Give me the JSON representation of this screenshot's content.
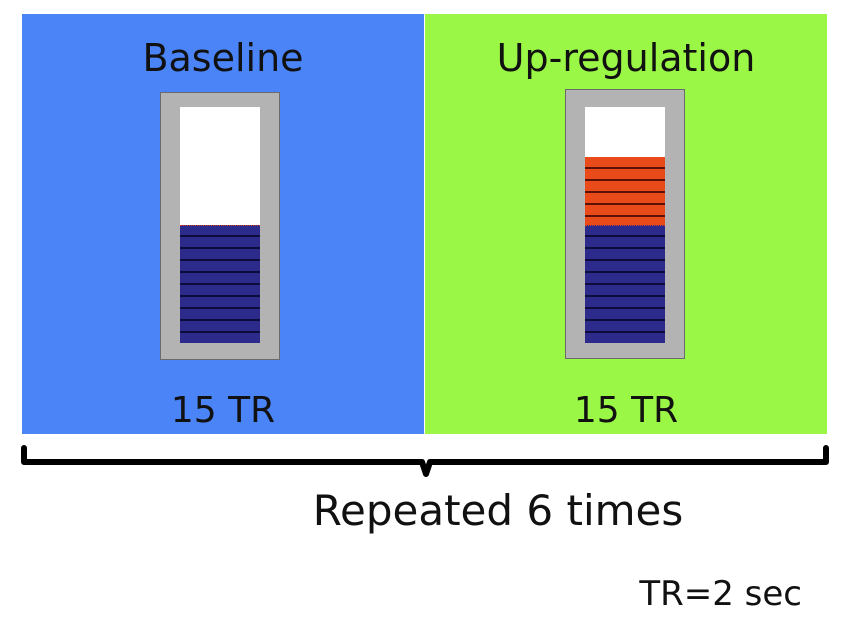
{
  "blocks": [
    {
      "title": "Baseline",
      "duration": "15 TR",
      "color": "#4a84f7",
      "fill_color": "#2c2a8a",
      "baseline_level": 0.5,
      "upreg_level": 0
    },
    {
      "title": "Up-regulation",
      "duration": "15 TR",
      "color": "#9bf746",
      "fill_color": "#2c2a8a",
      "upreg_fill_color": "#e84a1a",
      "baseline_level": 0.5,
      "upreg_level": 0.29
    }
  ],
  "repeat_label": "Repeated 6 times",
  "tr_note": "TR=2 sec"
}
